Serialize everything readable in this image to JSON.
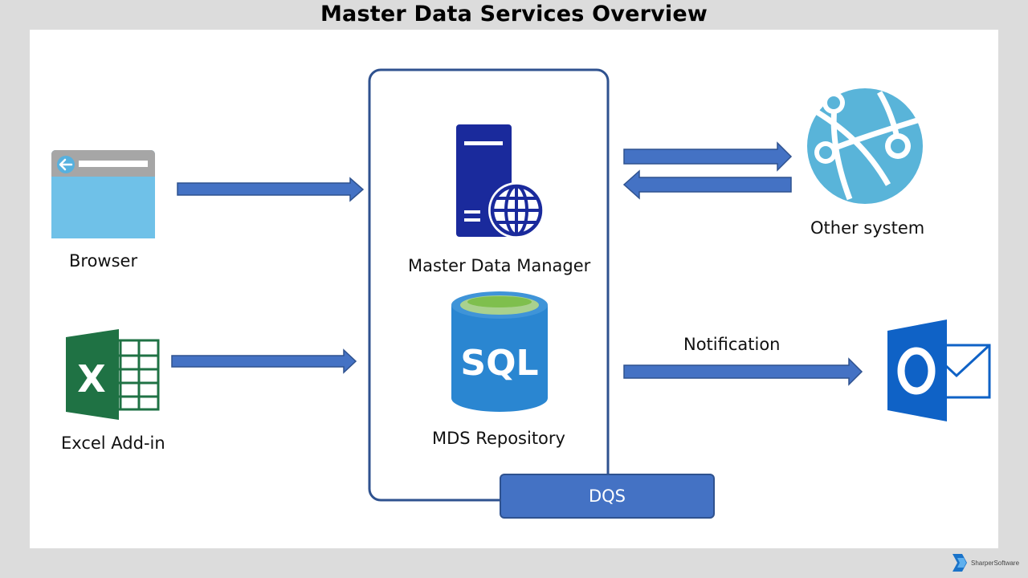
{
  "title": "Master Data Services Overview",
  "nodes": {
    "browser": {
      "label": "Browser",
      "icon": "browser-window-icon"
    },
    "excel": {
      "label": "Excel Add-in",
      "icon": "excel-icon"
    },
    "manager": {
      "label": "Master Data Manager",
      "icon": "web-server-icon"
    },
    "repository": {
      "label": "MDS Repository",
      "icon": "sql-database-icon"
    },
    "other_system": {
      "label": "Other system",
      "icon": "globe-network-icon"
    },
    "outlook": {
      "icon": "outlook-icon"
    },
    "dqs": {
      "label": "DQS"
    }
  },
  "edges": {
    "notification": {
      "label": "Notification"
    }
  },
  "brand": {
    "name": "SharperSoftware",
    "icon": "sharpersoftware-logo-icon"
  },
  "colors": {
    "arrow_fill": "#4472c4",
    "arrow_stroke": "#2f528f",
    "container_border": "#2f528f",
    "server": "#1a2a9c",
    "sql": "#2a86d1",
    "sql_top": "#a9d18e",
    "excel": "#1f7244",
    "outlook": "#0f62c6",
    "browser": "#5ab4e0",
    "globe": "#59b4d9"
  }
}
